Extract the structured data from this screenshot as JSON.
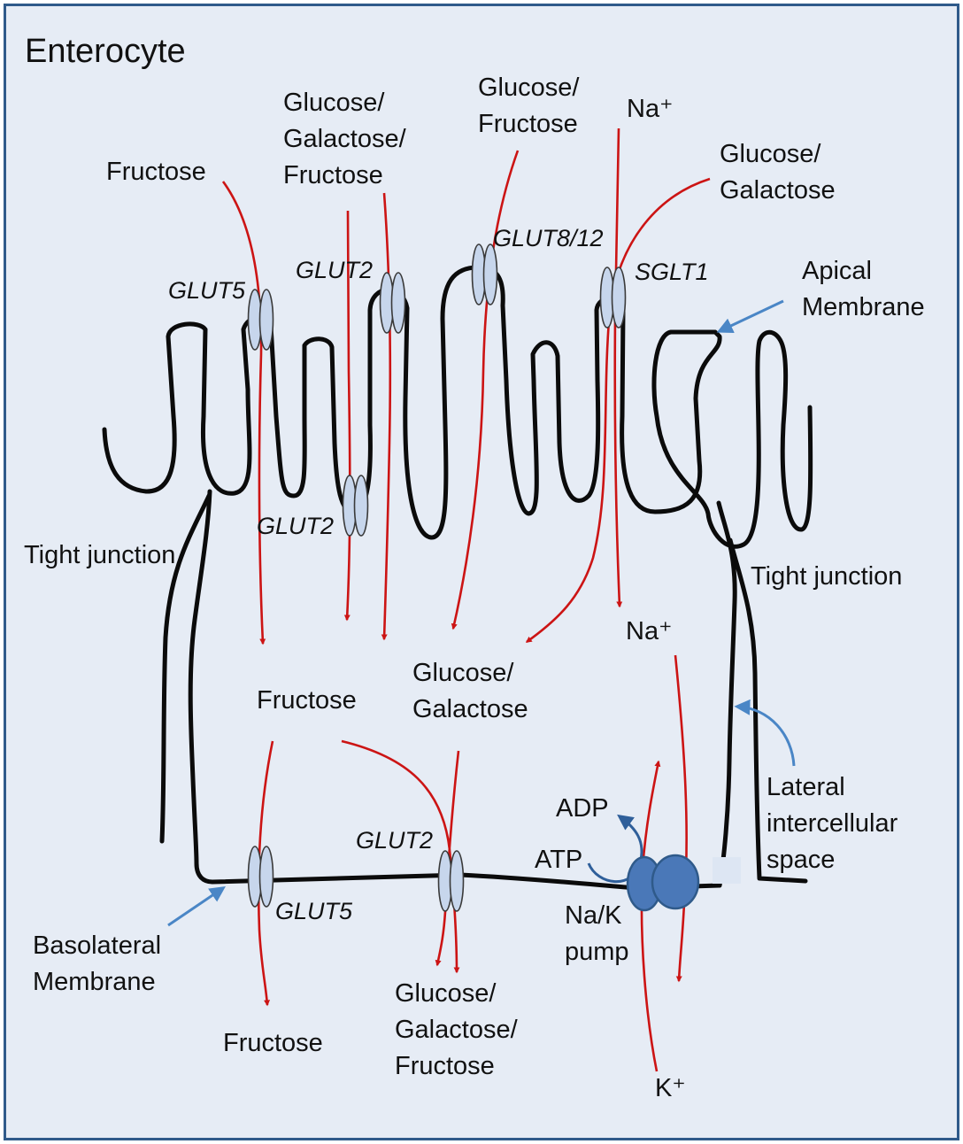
{
  "title": "Enterocyte",
  "labels": {
    "fructose_in": "Fructose",
    "glut2_in_line1": "Glucose/",
    "glut2_in_line2": "Galactose/",
    "glut2_in_line3": "Fructose",
    "glut8_in_line1": "Glucose/",
    "glut8_in_line2": "Fructose",
    "na_in": "Na⁺",
    "sglt1_in_line1": "Glucose/",
    "sglt1_in_line2": "Galactose",
    "apical_line1": "Apical",
    "apical_line2": "Membrane",
    "tight_left": "Tight junction",
    "tight_right": "Tight junction",
    "fructose_cell": "Fructose",
    "gluc_cell_line1": "Glucose/",
    "gluc_cell_line2": "Galactose",
    "na_cell": "Na⁺",
    "lateral_line1": "Lateral",
    "lateral_line2": "intercellular",
    "lateral_line3": "space",
    "adp": "ADP",
    "atp": "ATP",
    "pump_line1": "Na/K",
    "pump_line2": "pump",
    "basolateral_line1": "Basolateral",
    "basolateral_line2": "Membrane",
    "fructose_out": "Fructose",
    "out_line1": "Glucose/",
    "out_line2": "Galactose/",
    "out_line3": "Fructose",
    "k_out": "K⁺"
  },
  "transporters": {
    "glut5_apical": "GLUT5",
    "glut2_apical_top": "GLUT2",
    "glut2_apical_low": "GLUT2",
    "glut8_12": "GLUT8/12",
    "sglt1": "SGLT1",
    "glut2_baso": "GLUT2",
    "glut5_baso": "GLUT5"
  },
  "colors": {
    "background": "#e6ecf5",
    "border": "#2f5a8a",
    "membrane": "#0b0b0b",
    "flux_arrow": "#cc1414",
    "pointer_arrow": "#4a86c6",
    "transporter": "#c7d6ec",
    "pump": "#4a78b8"
  }
}
